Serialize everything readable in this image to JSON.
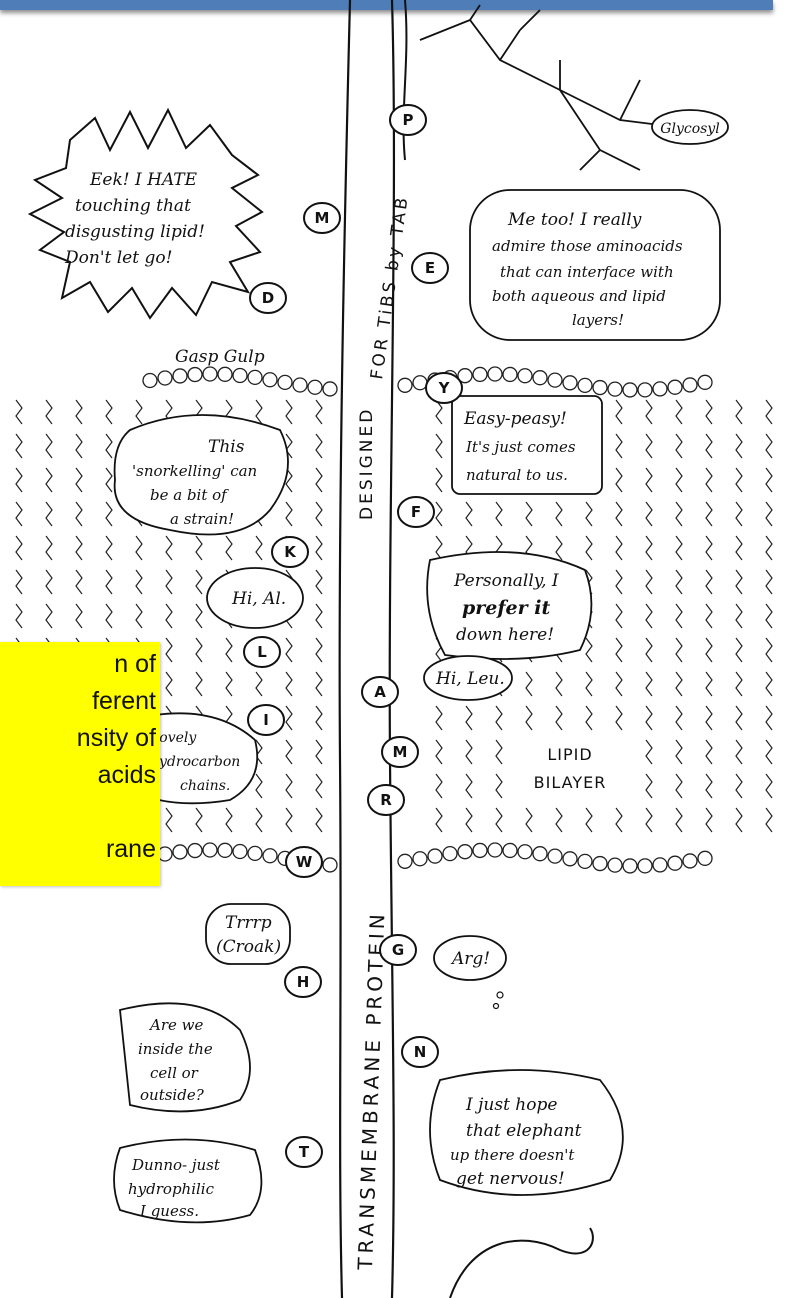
{
  "labels": {
    "glycosyl": "Glycosyl",
    "gasp_gulp": "Gasp Gulp",
    "lipid_bilayer": [
      "LIPID",
      "BILAYER"
    ],
    "designed": "DESIGNED",
    "for_tibs": "FOR TiBS by TAB",
    "protein_text": "TRANSMEMBRANE PROTEIN"
  },
  "bubbles": {
    "eek": [
      "Eek! I HATE",
      "touching that",
      "disgusting lipid!",
      "Don't let go!"
    ],
    "me_too": [
      "Me too! I really",
      "admire those aminoacids",
      "that can interface with",
      "both aqueous and lipid",
      "layers!"
    ],
    "easy": [
      "Easy-peasy!",
      "It's just comes",
      "natural to us."
    ],
    "snorkel": [
      "This",
      "'snorkelling' can",
      "be a bit of",
      "a strain!"
    ],
    "hi_al": "Hi, Al.",
    "personally": [
      "Personally, I",
      "prefer it",
      "down here!"
    ],
    "hi_leu": "Hi, Leu.",
    "lovely": [
      "Lovely",
      "hydrocarbon",
      "chains."
    ],
    "trrrp": [
      "Trrrp",
      "(Croak)"
    ],
    "arg": "Arg!",
    "inside": [
      "Are we",
      "inside the",
      "cell or",
      "outside?"
    ],
    "hope": [
      "I just hope",
      "that elephant",
      "up there doesn't",
      "get nervous!"
    ],
    "dunno": [
      "Dunno- just",
      "hydrophilic",
      "I guess."
    ]
  },
  "amino_letters": [
    "M",
    "P",
    "D",
    "E",
    "Y",
    "K",
    "F",
    "L",
    "A",
    "I",
    "M",
    "R",
    "W",
    "G",
    "H",
    "N",
    "T"
  ],
  "note": {
    "lines": [
      "n of",
      "ferent",
      "nsity of",
      "acids",
      "",
      "rane"
    ],
    "background": "#ffff00"
  },
  "colors": {
    "top_bar": "#4f7db8",
    "ink": "#111111"
  }
}
